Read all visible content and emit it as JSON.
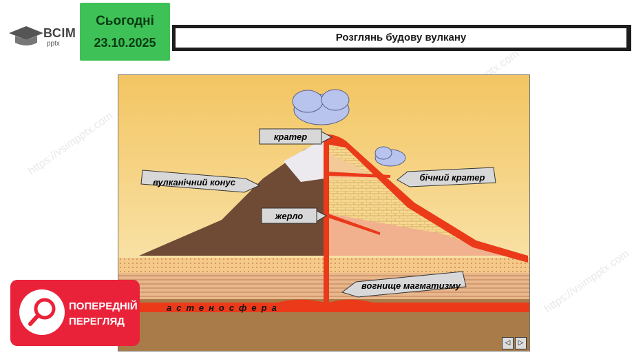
{
  "header": {
    "logo_text": "ВСІМ",
    "logo_sub": "pptx",
    "date_label": "Сьогодні",
    "date_value": "23.10.2025",
    "title": "Розглянь будову вулкану"
  },
  "diagram": {
    "labels": {
      "crater": "кратер",
      "side_crater": "бічний кратер",
      "cone": "вулканічний конус",
      "vent": "жерло",
      "magma_focus": "вогнище магматизму",
      "asthenosphere": "астеносфера"
    },
    "colors": {
      "sky": "#f6e6a9",
      "magma": "#ea3a1a",
      "ground": "#a57a46",
      "layer_light": "#f4d79b"
    }
  },
  "preview": {
    "line1": "ПОПЕРЕДНІЙ",
    "line2": "ПЕРЕГЛЯД"
  },
  "watermark": "https://vsimpptx.com"
}
